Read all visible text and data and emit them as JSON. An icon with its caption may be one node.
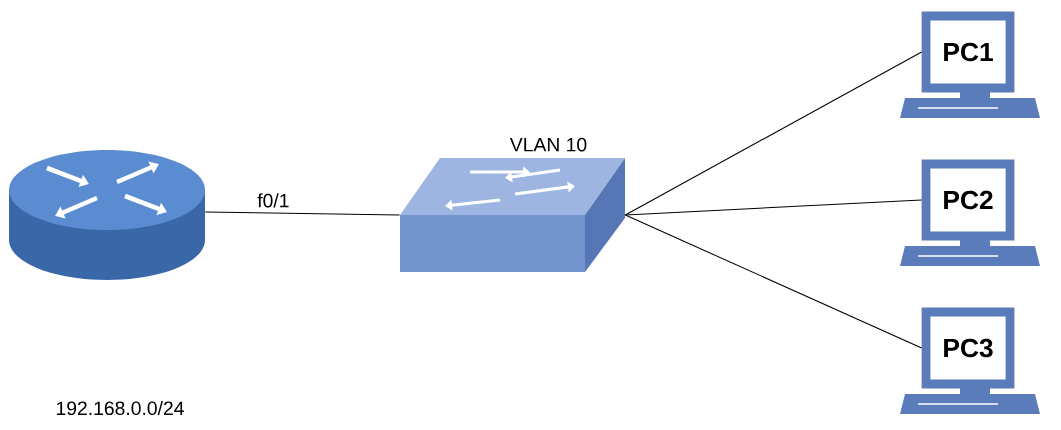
{
  "diagram": {
    "nodes": [
      {
        "text": [],
        "shape": "cylinder"
      },
      {
        "text": [],
        "shape": "box",
        "beside": [
          "VLAN 10"
        ]
      },
      {
        "text": [
          "PC1"
        ]
      },
      {
        "text": [
          "PC2"
        ]
      },
      {
        "text": [
          "PC3"
        ]
      }
    ],
    "edges": [
      {
        "from": 0,
        "to": 1,
        "arrow": "none",
        "label": "f0/1"
      },
      {
        "from": 1,
        "to": 2,
        "arrow": "none"
      },
      {
        "from": 1,
        "to": 3,
        "arrow": "none"
      },
      {
        "from": 1,
        "to": 4,
        "arrow": "none"
      }
    ],
    "labels": [
      "192.168.0.0/24"
    ]
  }
}
